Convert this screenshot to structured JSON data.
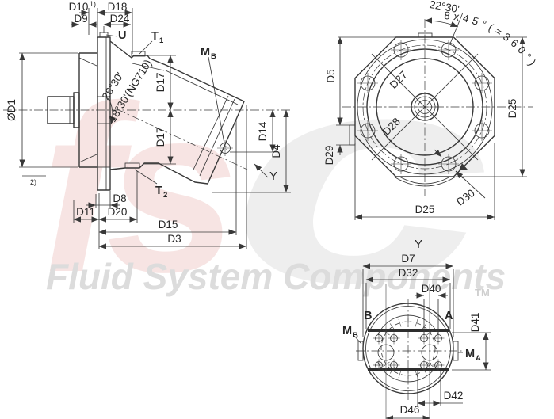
{
  "watermark": {
    "logo_left": "fs",
    "logo_right": "c",
    "brand": "Fluid System Components",
    "trademark": "TM"
  },
  "colors": {
    "line": "#383838",
    "logo_red": "#ce584e",
    "logo_gray": "#8c8c8c",
    "brand_gray": "#dcdcdc"
  },
  "side_view": {
    "dim_d10": "D10",
    "dim_d10_sup": "1)",
    "dim_d18": "D18",
    "dim_d9": "D9",
    "dim_d24": "D24",
    "port_u": "U",
    "port_t1": "T",
    "port_t1_sub": "1",
    "port_t2": "T",
    "port_t2_sub": "2",
    "port_mb": "M",
    "port_mb_sub": "B",
    "dim_d17_upper": "D17",
    "dim_d17_lower": "D17",
    "angle_standard": "26°30'",
    "angle_ng710": "18°30'(NG710)",
    "dim_dia1": "ØD1",
    "footnote": "2)",
    "dim_d8": "D8",
    "dim_d11": "D11",
    "dim_d20": "D20",
    "dim_d15": "D15",
    "dim_d3": "D3",
    "dim_d14": "D14",
    "dim_d4": "D4",
    "view_arrow": "Y"
  },
  "front_view": {
    "angle_2230": "22°30'",
    "angle_845": "8x45°(=360°)",
    "dim_d5": "D5",
    "dim_d27": "D27",
    "dim_d28": "D28",
    "dim_d29": "D29",
    "dim_d25_v": "D25",
    "dim_d25_h": "D25",
    "dim_d30": "D30"
  },
  "y_view": {
    "title": "Y",
    "dim_d7": "D7",
    "dim_d32": "D32",
    "dim_d40": "D40",
    "dim_d41": "D41",
    "dim_d42": "D42",
    "dim_d46": "D46",
    "port_b": "B",
    "port_a": "A",
    "port_mb": "M",
    "port_mb_sub": "B",
    "port_ma": "M",
    "port_ma_sub": "A"
  }
}
